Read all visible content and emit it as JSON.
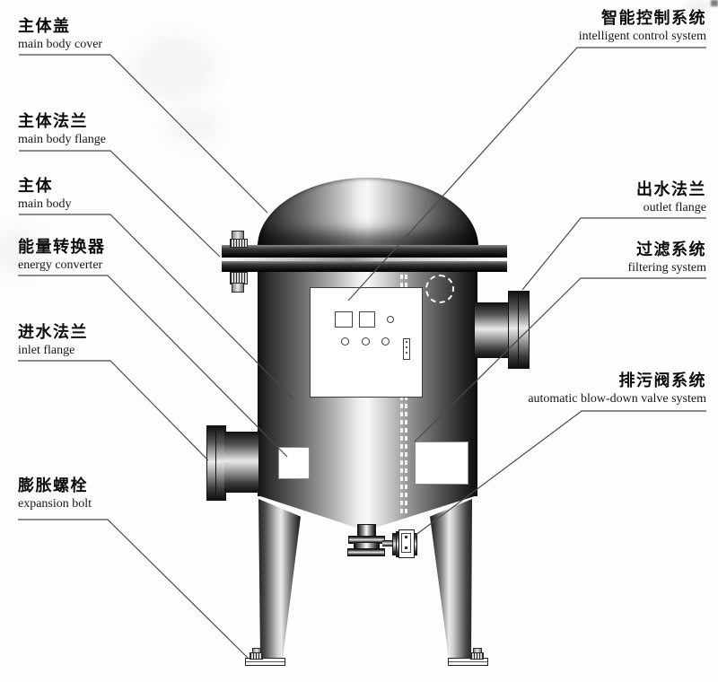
{
  "labels": {
    "left": [
      {
        "zh": "主体盖",
        "en": "main body cover"
      },
      {
        "zh": "主体法兰",
        "en": "main body flange"
      },
      {
        "zh": "主体",
        "en": "main body"
      },
      {
        "zh": "能量转换器",
        "en": "energy converter"
      },
      {
        "zh": "进水法兰",
        "en": "inlet flange"
      },
      {
        "zh": "膨胀螺栓",
        "en": "expansion bolt"
      }
    ],
    "right": [
      {
        "zh": "智能控制系统",
        "en": "intelligent control system"
      },
      {
        "zh": "出水法兰",
        "en": "outlet flange"
      },
      {
        "zh": "过滤系统",
        "en": "filtering system"
      },
      {
        "zh": "排污阀系统",
        "en": "automatic blow-down valve system"
      }
    ]
  },
  "colors": {
    "background": "#fdfdfd",
    "leader_line": "#4a4a4a",
    "text_zh": "#0d0d0d",
    "text_en": "#161616",
    "metal_dark": "#101010",
    "metal_light": "#f7f7f7"
  }
}
